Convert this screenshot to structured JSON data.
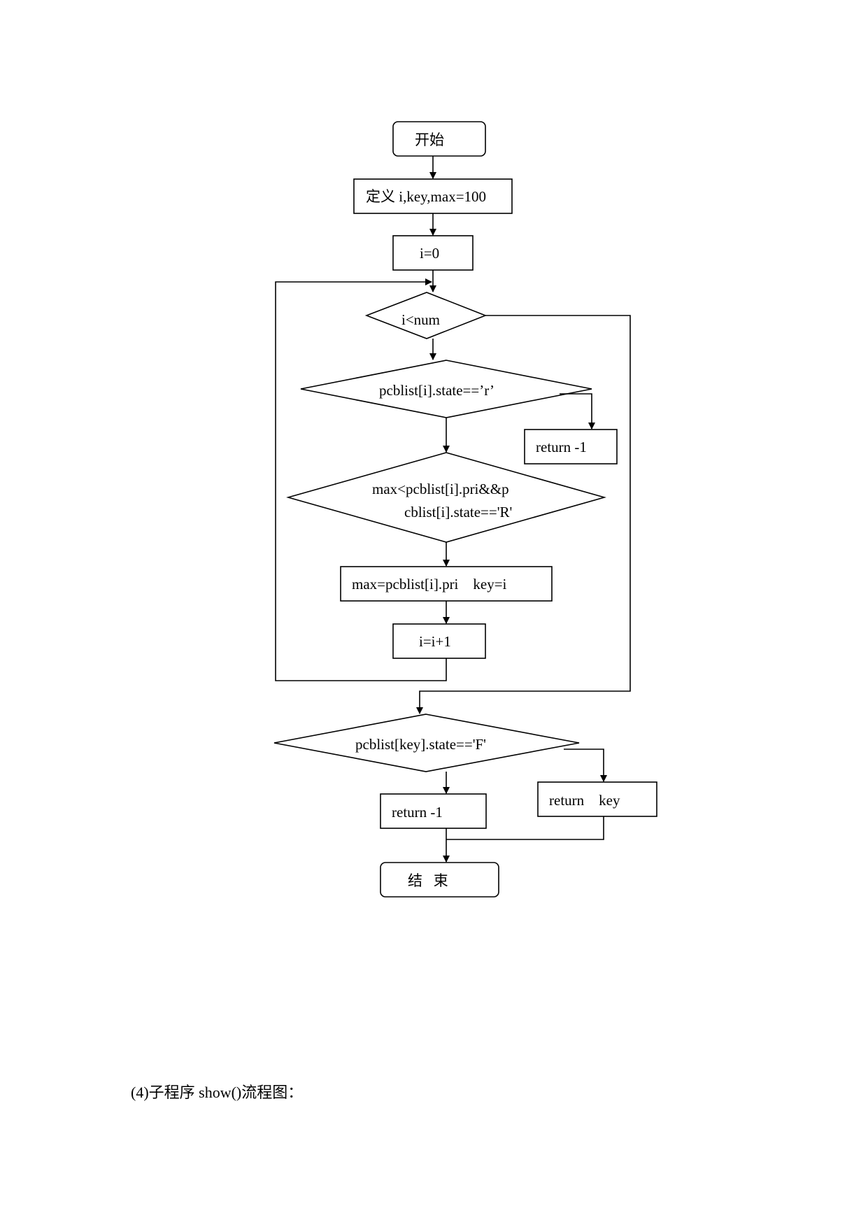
{
  "flowchart": {
    "nodes": {
      "start": "开始",
      "define": "定义 i,key,max=100",
      "init": "i=0",
      "cond_loop": "i<num",
      "cond_running": "pcblist[i].state==’r’",
      "ret_neg1_a": "return -1",
      "cond_max_line1": "max<pcblist[i].pri&&p",
      "cond_max_line2": "cblist[i].state=='R'",
      "assign": "max=pcblist[i].pri    key=i",
      "increment": "i=i+1",
      "cond_finish": "pcblist[key].state=='F'",
      "ret_neg1_b": "return -1",
      "ret_key": "return    key",
      "end": "结   束"
    }
  },
  "caption": "(4)子程序 show()流程图："
}
